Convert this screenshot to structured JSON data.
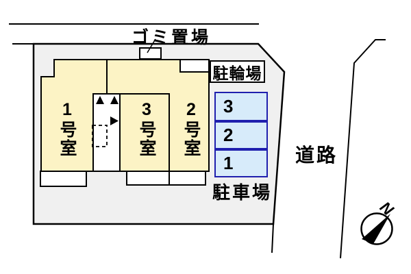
{
  "plan": {
    "garbage_label": "ゴミ置場",
    "bicycle_parking_label": "駐輪場",
    "car_parking_label": "駐車場",
    "road_label": "道路",
    "north_label": "N",
    "rooms": [
      {
        "label": "1号室"
      },
      {
        "label": "3号室"
      },
      {
        "label": "2号室"
      }
    ],
    "parking_spots": [
      "3",
      "2",
      "1"
    ]
  },
  "colors": {
    "site_fill": "#f0f0f0",
    "building_fill": "#fcf3c5",
    "parking_fill": "#d7ebfa",
    "parking_border": "#1f1fae",
    "stairwell_fill": "#ffffff",
    "line": "#000000"
  }
}
